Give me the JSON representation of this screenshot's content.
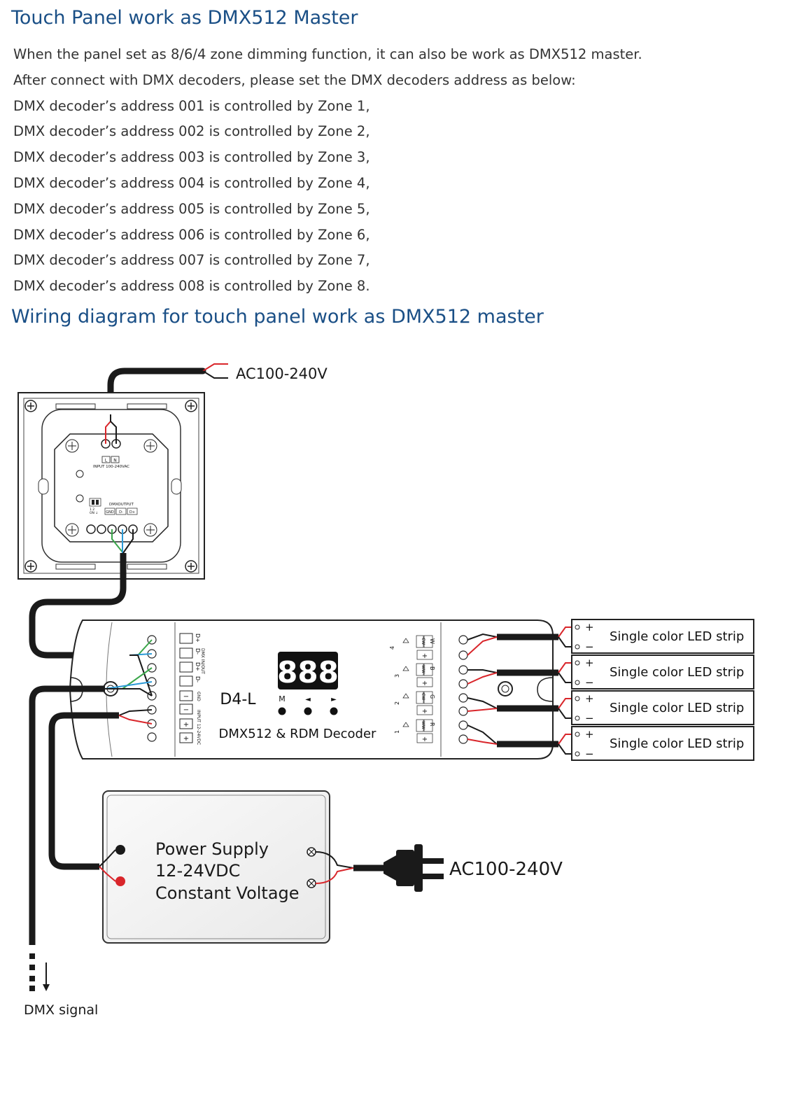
{
  "section1": {
    "title": "Touch Panel work as DMX512 Master",
    "lines": [
      "When the panel set as 8/6/4 zone dimming function, it can also be work as DMX512 master.",
      "After connect with DMX decoders, please set the DMX decoders address as below:",
      "DMX decoder’s address 001 is controlled by Zone 1,",
      "DMX decoder’s address 002 is controlled by Zone 2,",
      "DMX decoder’s address 003 is controlled by Zone 3,",
      "DMX decoder’s address 004 is controlled by Zone 4,",
      "DMX decoder’s address 005 is controlled by Zone 5,",
      "DMX decoder’s address 006 is controlled by Zone 6,",
      "DMX decoder’s address 007 is controlled by Zone 7,",
      "DMX decoder’s address 008 is controlled by Zone 8."
    ]
  },
  "section2": {
    "title": "Wiring diagram for touch panel work as DMX512 master"
  },
  "diagram": {
    "ac_top": "AC100-240V",
    "ac_plug": "AC100-240V",
    "dmx_signal": "DMX signal",
    "panel": {
      "terminal_l": "L",
      "terminal_n": "N",
      "input_label": "INPUT 100-240VAC",
      "dmx_output_label": "DMXOUTPUT",
      "switch_label_top": "1 2",
      "switch_label_bottom": "ON ↓",
      "terminals": [
        "GND",
        "D-",
        "D+"
      ]
    },
    "decoder": {
      "model": "D4-L",
      "subtitle": "DMX512 & RDM Decoder",
      "display": "888",
      "buttons": [
        "M",
        "◄",
        "►"
      ],
      "left_terminals": [
        "D+",
        "D-",
        "D+",
        "D-",
        "−",
        "−",
        "+",
        "+"
      ],
      "dmx_inout_label": "DMX IN/OUT",
      "gnd_label": "GND",
      "input_label": "INPUT 12-24VDC",
      "channels": [
        {
          "number": "4",
          "letters": "CW",
          "color_letter": "W"
        },
        {
          "number": "3",
          "letters": "WW",
          "color_letter": "B"
        },
        {
          "number": "2",
          "letters": "CW",
          "color_letter": "G"
        },
        {
          "number": "1",
          "letters": "WW",
          "color_letter": "R"
        }
      ],
      "plus": "+"
    },
    "led_strips": [
      {
        "label": "Single color LED strip",
        "plus": "+",
        "minus": "−"
      },
      {
        "label": "Single color LED strip",
        "plus": "+",
        "minus": "−"
      },
      {
        "label": "Single color LED strip",
        "plus": "+",
        "minus": "−"
      },
      {
        "label": "Single color LED strip",
        "plus": "+",
        "minus": "−"
      }
    ],
    "power_supply": {
      "line1": "Power Supply",
      "line2": "12-24VDC",
      "line3": "Constant Voltage"
    },
    "wire_colors": {
      "black": "#1a1a1a",
      "red": "#d9262b",
      "blue": "#2c9ad6",
      "green": "#3aa64a"
    }
  }
}
